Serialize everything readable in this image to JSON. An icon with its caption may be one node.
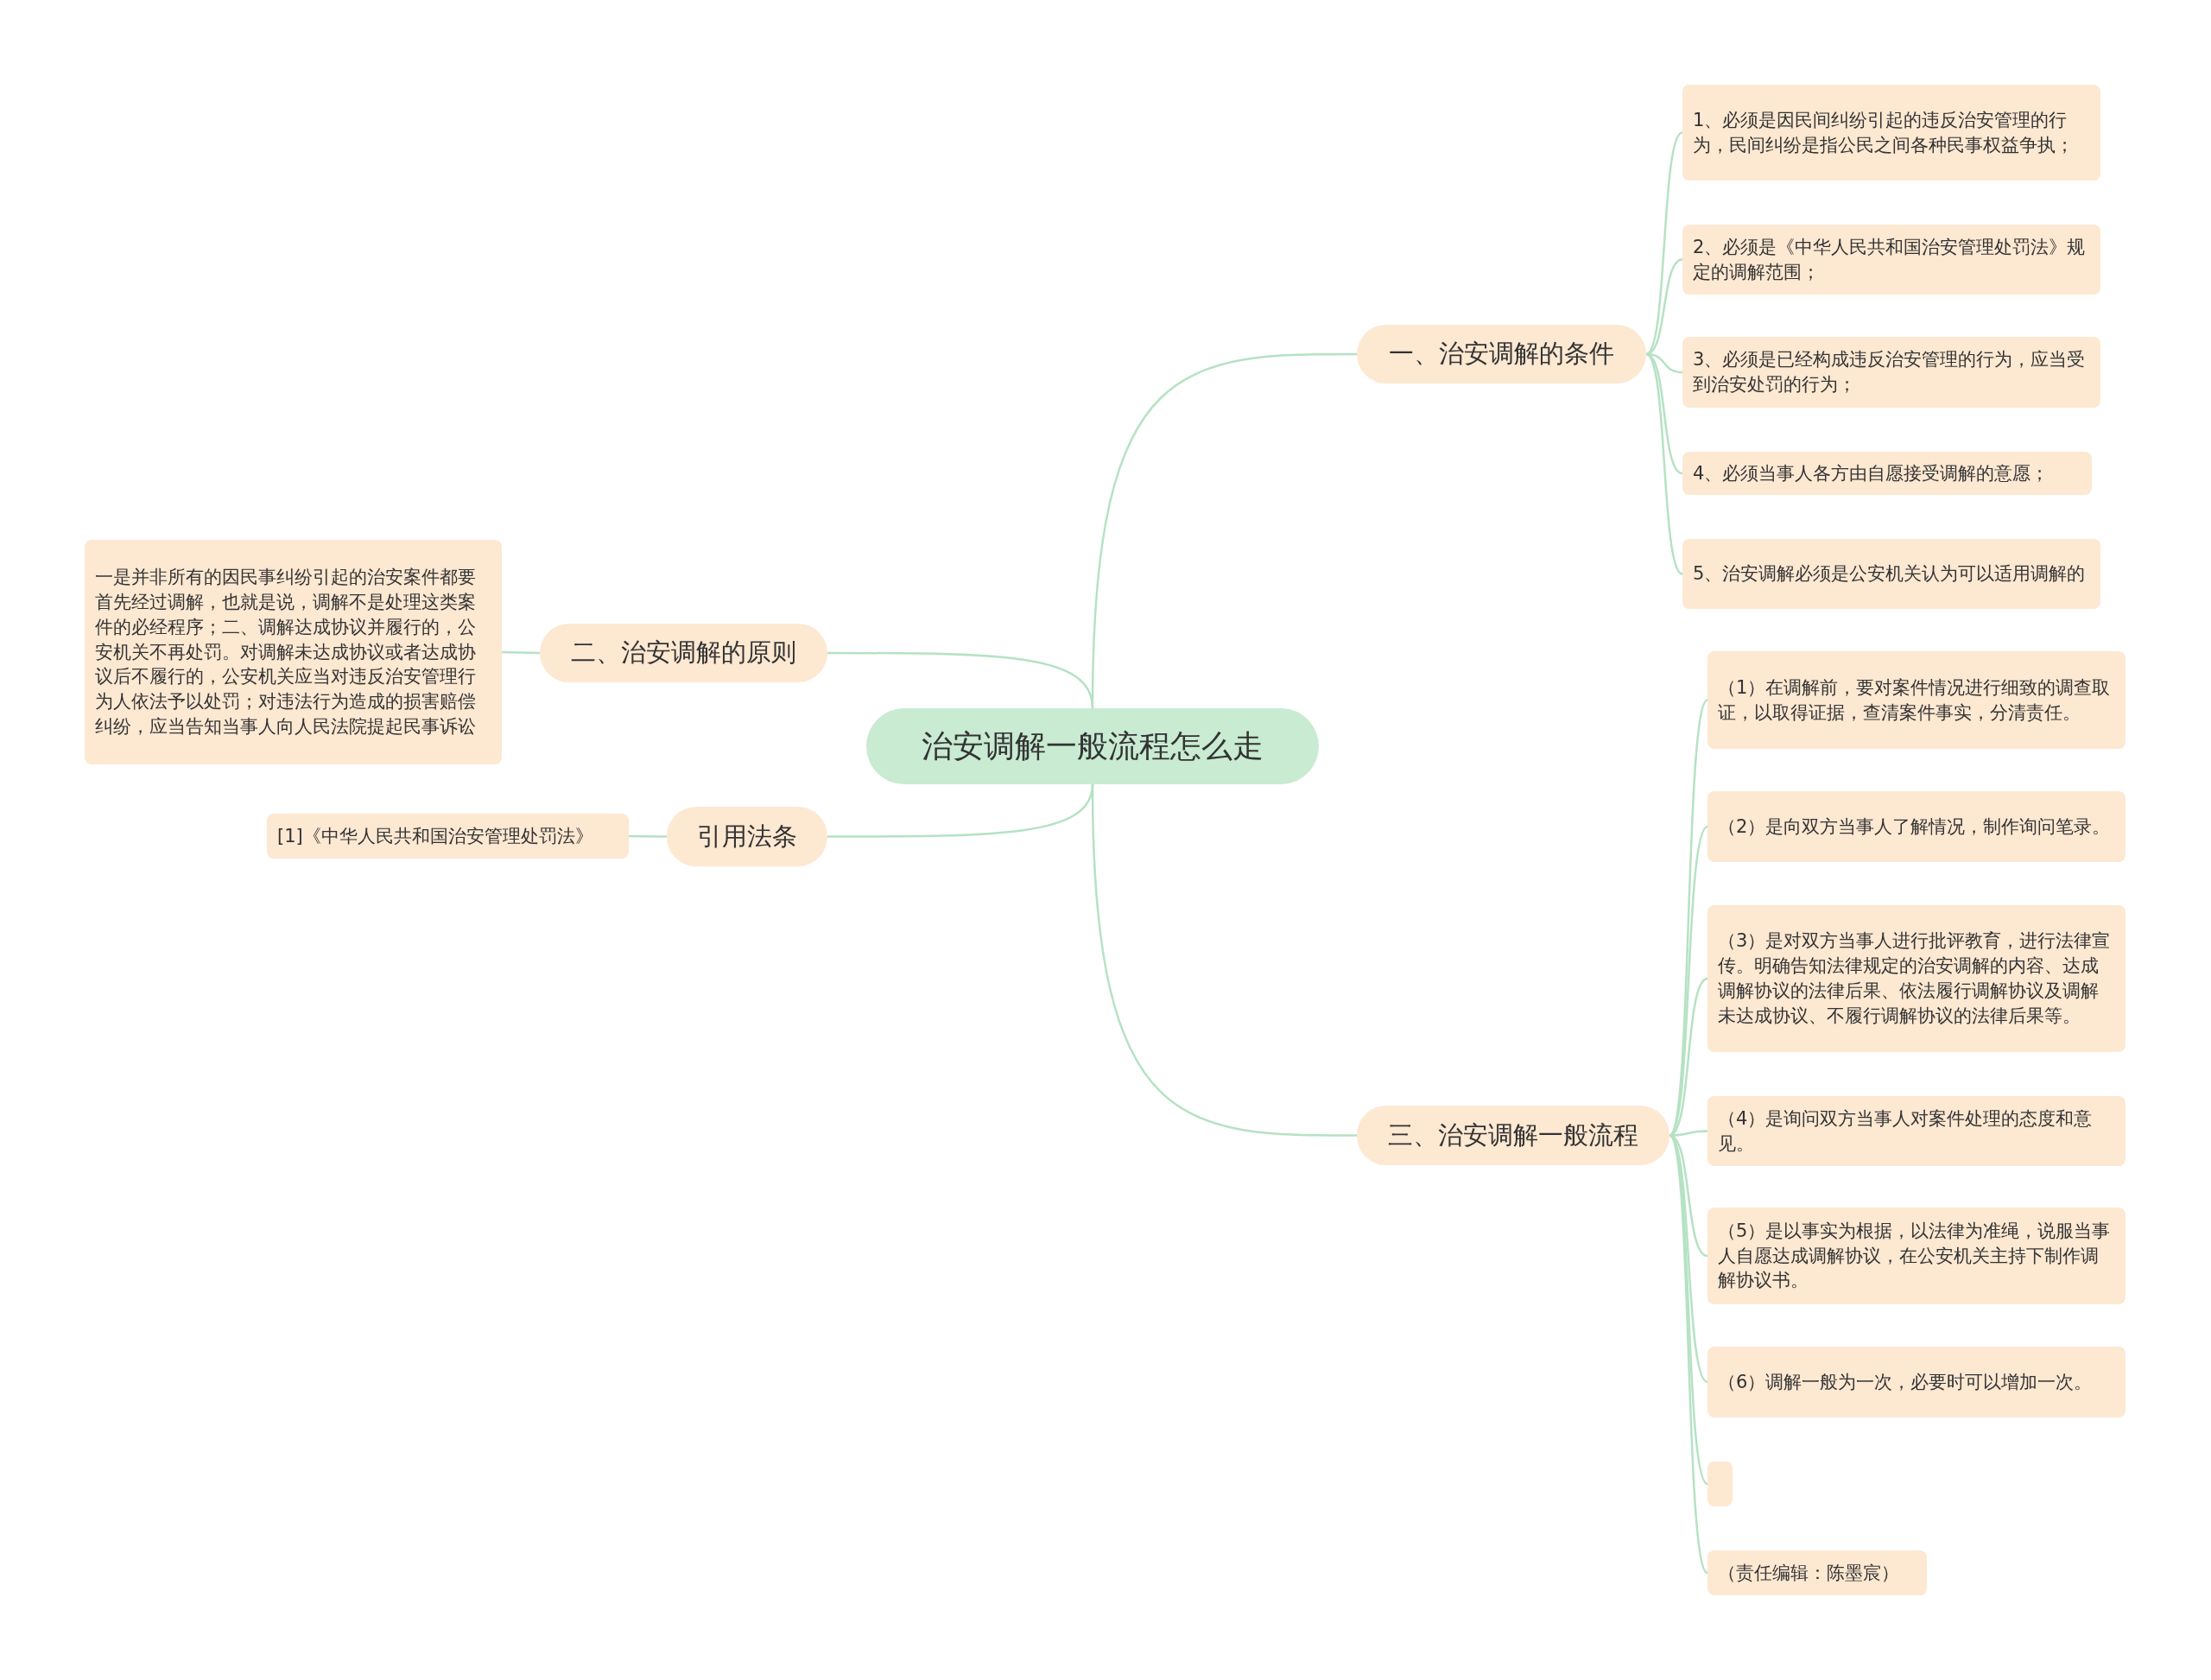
{
  "diagram": {
    "nodes": [
      {
        "text": [
          "治安调解一般流程怎么走"
        ]
      },
      {
        "text": [
          "一、治安调解的条件"
        ]
      },
      {
        "text": [
          "1、必须是因民间纠纷引起的违反治安管理的行为，民间纠纷是指公民之间各种民事权益争执；"
        ]
      },
      {
        "text": [
          "2、必须是《中华人民共和国治安管理处罚法》规定的调解范围；"
        ]
      },
      {
        "text": [
          "3、必须是已经构成违反治安管理的行为，应当受到治安处罚的行为；"
        ]
      },
      {
        "text": [
          "4、必须当事人各方由自愿接受调解的意愿；"
        ]
      },
      {
        "text": [
          "5、治安调解必须是公安机关认为可以适用调解的"
        ]
      },
      {
        "text": [
          "二、治安调解的原则"
        ]
      },
      {
        "text": [
          "一是并非所有的因民事纠纷引起的治安案件都要首先经过调解，也就是说，调解不是处理这类案件的必经程序；二、调解达成协议并履行的，公安机关不再处罚。对调解未达成协议或者达成协议后不履行的，公安机关应当对违反治安管理行为人依法予以处罚；对违法行为造成的损害赔偿纠纷，应当告知当事人向人民法院提起民事诉讼"
        ]
      },
      {
        "text": [
          "引用法条"
        ]
      },
      {
        "text": [
          "[1]《中华人民共和国治安管理处罚法》"
        ]
      },
      {
        "text": [
          "三、治安调解一般流程"
        ]
      },
      {
        "text": [
          "（1）在调解前，要对案件情况进行细致的调查取证，以取得证据，查清案件事实，分清责任。"
        ]
      },
      {
        "text": [
          "（2）是向双方当事人了解情况，制作询问笔录。"
        ]
      },
      {
        "text": [
          "（3）是对双方当事人进行批评教育，进行法律宣传。明确告知法律规定的治安调解的内容、达成调解协议的法律后果、依法履行调解协议及调解未达成协议、不履行调解协议的法律后果等。"
        ]
      },
      {
        "text": [
          "（4）是询问双方当事人对案件处理的态度和意见。"
        ]
      },
      {
        "text": [
          "（5）是以事实为根据，以法律为准绳，说服当事人自愿达成调解协议，在公安机关主持下制作调解协议书。"
        ]
      },
      {
        "text": [
          "（6）调解一般为一次，必要时可以增加一次。"
        ]
      },
      {
        "text": [],
        "shape": "box"
      },
      {
        "text": [
          "（责任编辑：陈墨宸）"
        ]
      }
    ],
    "edges": [
      {
        "from": 0,
        "to": 1,
        "arrow": "none"
      },
      {
        "from": 1,
        "to": 2,
        "arrow": "none"
      },
      {
        "from": 1,
        "to": 3,
        "arrow": "none"
      },
      {
        "from": 1,
        "to": 4,
        "arrow": "none"
      },
      {
        "from": 1,
        "to": 5,
        "arrow": "none"
      },
      {
        "from": 1,
        "to": 6,
        "arrow": "none"
      },
      {
        "from": 0,
        "to": 7,
        "arrow": "none"
      },
      {
        "from": 7,
        "to": 8,
        "arrow": "none"
      },
      {
        "from": 0,
        "to": 9,
        "arrow": "none"
      },
      {
        "from": 9,
        "to": 10,
        "arrow": "none"
      },
      {
        "from": 0,
        "to": 11,
        "arrow": "none"
      },
      {
        "from": 11,
        "to": 12,
        "arrow": "none"
      },
      {
        "from": 11,
        "to": 13,
        "arrow": "none"
      },
      {
        "from": 11,
        "to": 14,
        "arrow": "none"
      },
      {
        "from": 11,
        "to": 15,
        "arrow": "none"
      },
      {
        "from": 11,
        "to": 16,
        "arrow": "none"
      },
      {
        "from": 11,
        "to": 17,
        "arrow": "none"
      },
      {
        "from": 11,
        "to": 18,
        "arrow": "none"
      },
      {
        "from": 11,
        "to": 19,
        "arrow": "none"
      }
    ]
  }
}
